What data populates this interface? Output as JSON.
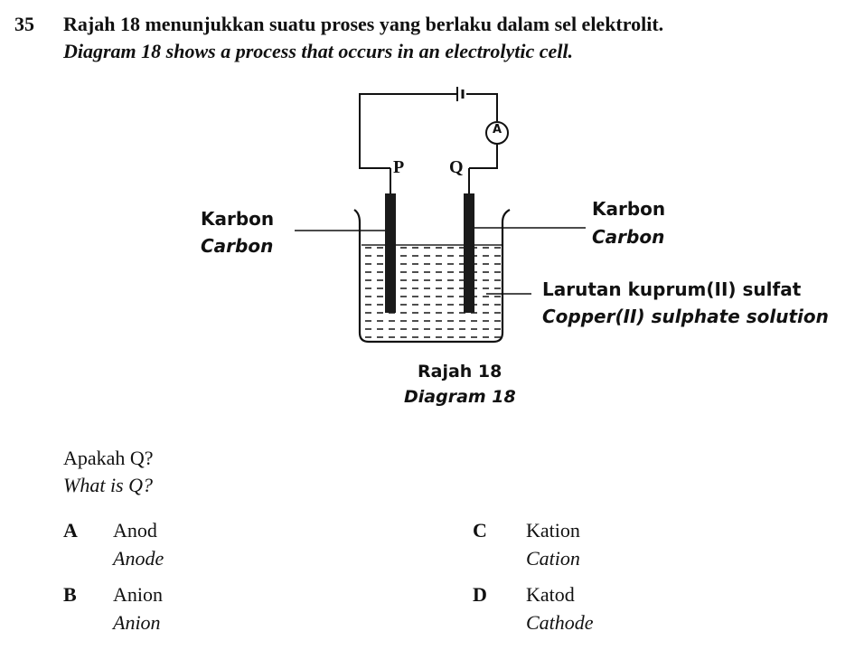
{
  "question": {
    "number": "35",
    "text_ms": "Rajah 18 menunjukkan suatu proses yang berlaku dalam sel elektrolit.",
    "text_en": "Diagram 18 shows a process that occurs in an electrolytic cell."
  },
  "diagram": {
    "ammeter_label": "A",
    "electrode_p": "P",
    "electrode_q": "Q",
    "left_label_ms": "Karbon",
    "left_label_en": "Carbon",
    "right_label_ms": "Karbon",
    "right_label_en": "Carbon",
    "solution_label_ms": "Larutan kuprum(II) sulfat",
    "solution_label_en": "Copper(II) sulphate solution",
    "caption_ms": "Rajah 18",
    "caption_en": "Diagram 18"
  },
  "prompt": {
    "text_ms": "Apakah Q?",
    "text_en": "What is Q?"
  },
  "options": [
    {
      "letter": "A",
      "ms": "Anod",
      "en": "Anode"
    },
    {
      "letter": "B",
      "ms": "Anion",
      "en": "Anion"
    },
    {
      "letter": "C",
      "ms": "Kation",
      "en": "Cation"
    },
    {
      "letter": "D",
      "ms": "Katod",
      "en": "Cathode"
    }
  ]
}
